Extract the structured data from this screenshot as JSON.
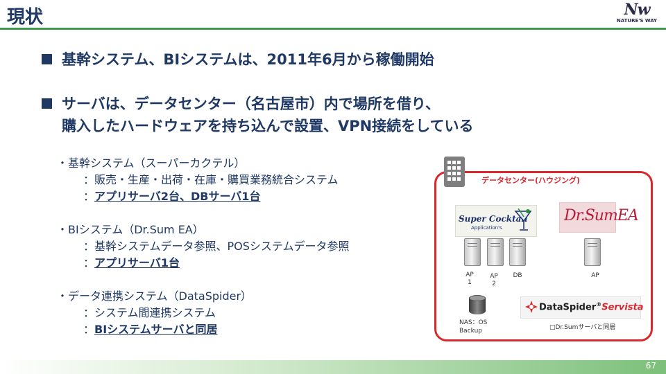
{
  "slide": {
    "title": "現状",
    "logo": {
      "main": "Nw",
      "sub": "NATURE'S WAY"
    },
    "bullets": [
      {
        "lines": [
          "基幹システム、BIシステムは、2011年6月から稼働開始"
        ]
      },
      {
        "lines": [
          "サーバは、データセンター（名古屋市）内で場所を借り、",
          "購入したハードウェアを持ち込んで設置、VPN接続をしている"
        ]
      }
    ],
    "systems": [
      {
        "heading": "・基幹システム（スーパーカクテル）",
        "detail": "：販売・生産・出荷・在庫・購買業務統合システム",
        "servers": "アプリサーバ2台、DBサーバ1台"
      },
      {
        "heading": "・BIシステム（Dr.Sum EA）",
        "detail": "：基幹システムデータ参照、POSシステムデータ参照",
        "servers": "アプリサーバ1台"
      },
      {
        "heading": "・データ連携システム（DataSpider）",
        "detail": "：システム間連携システム",
        "servers": "BIシステムサーバと同居"
      }
    ],
    "server_prefix": "：",
    "datacenter": {
      "title": "データセンター(ハウジング)",
      "sc_logo": {
        "main": "Super Cocktail",
        "sub": "Application's"
      },
      "drsum_logo": "Dr.SumEA",
      "servers": [
        {
          "label": "AP\n1"
        },
        {
          "label": "AP\n2"
        },
        {
          "label": "DB"
        },
        {
          "label": "AP"
        }
      ],
      "nas_label_1": "NAS：OS",
      "nas_label_2": "Backup",
      "dataspider_logo": {
        "main": "DataSpider",
        "mark": "®",
        "sub": "Servista"
      },
      "dataspider_note": "□Dr.Sumサーバと同居"
    },
    "page_number": "67",
    "colors": {
      "title": "#1f3864",
      "accent_green": "#3a9a48",
      "datacenter_red": "#d9272e"
    }
  }
}
